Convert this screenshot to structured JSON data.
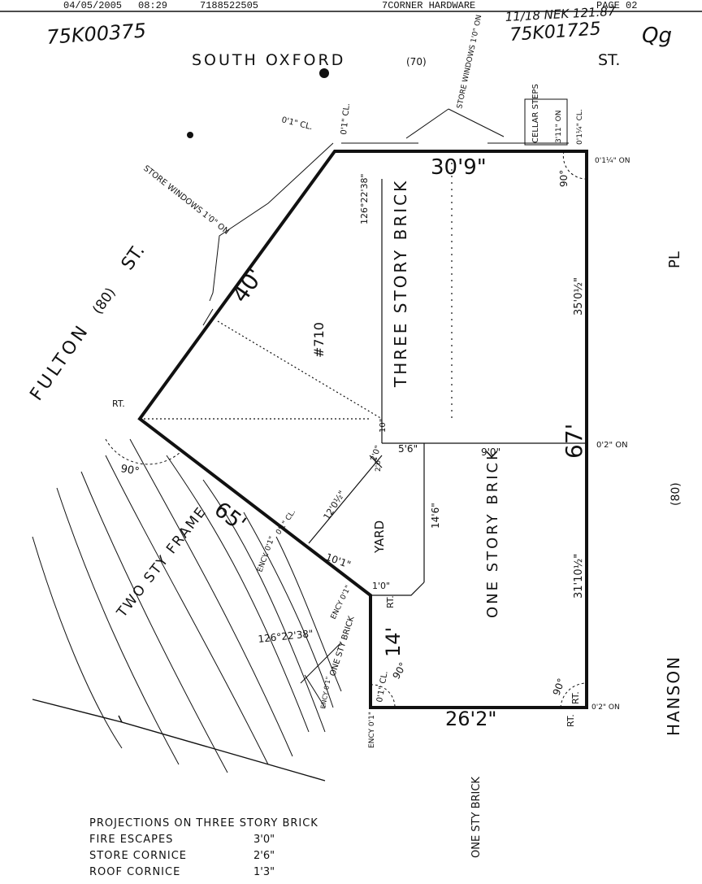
{
  "fax_header": {
    "date": "04/05/2005",
    "time": "08:29",
    "phone": "7188522505",
    "sender": "7CORNER HARDWARE",
    "page": "PAGE  02"
  },
  "handwritten_top": {
    "left_code": "75K00375",
    "right_code": "75K01725",
    "right_mark": "Qg",
    "date_scrawl": "11/18 NEK 121.87"
  },
  "streets": {
    "south_oxford": "SOUTH OXFORD",
    "south_oxford_width": "(70)",
    "south_oxford_suffix": "ST.",
    "fulton": "FULTON",
    "fulton_width": "(80)",
    "fulton_suffix": "ST.",
    "hanson": "HANSON",
    "hanson_width": "(80)",
    "hanson_suffix": "PL"
  },
  "buildings": {
    "three_story": "THREE STORY BRICK",
    "one_story": "ONE STORY BRICK",
    "two_sty_frame": "TWO STY FRAME",
    "one_sty_brick_bottom": "ONE STY BRICK",
    "one_sty_brick_small": "ONE STY BRICK",
    "lot_number": "#710",
    "yard": "YARD"
  },
  "dimensions": {
    "top": "30'9\"",
    "diagonal": "40'",
    "right_upper": "35'0½\"",
    "right_total": "67'",
    "right_lower": "31'10½\"",
    "bottom": "26'2\"",
    "left_diagonal": "65'",
    "left_vertical": "14'",
    "interior_one": "9'0\"",
    "interior_two": "5'6\"",
    "interior_three": "14'6\"",
    "interior_four": "1'0\"",
    "interior_five": "10'1\"",
    "interior_six": "12'0½\"",
    "interior_seven": "2'0\"",
    "interior_eight": "2'6\"",
    "interior_nine": "10\"",
    "angle_one": "126°22'38\"",
    "angle_two": "126°22'38\"",
    "ninety": "90°"
  },
  "annotations": {
    "store_windows_top": "STORE WINDOWS 1'0\" ON",
    "store_windows_left": "STORE WINDOWS 1'0\" ON",
    "cellar_steps": "CELLAR STEPS",
    "cellar_steps_dim": "3'11\" ON",
    "top_cl_one": "0'1\" CL.",
    "top_cl_two": "0'1\" CL.",
    "top_right_cl": "0'1¼\" CL.",
    "top_right_on": "0'1¼\" ON",
    "right_on": "0'2\" ON",
    "bottom_right_on": "0'2\" ON",
    "rt": "RT.",
    "ency_one": "ENCY. 0'1\"",
    "ency_two": "ENCY 0'1\"",
    "ency_three": "ENCY 0'1\"",
    "ency_four": "ENCY 0'1\"",
    "cl_small": "0'1\" CL.",
    "cl_bottom": "0'1\" CL."
  },
  "projections": {
    "title": "PROJECTIONS ON THREE STORY BRICK",
    "rows": [
      {
        "label": "FIRE ESCAPES",
        "value": "3'0\""
      },
      {
        "label": "STORE CORNICE",
        "value": "2'6\""
      },
      {
        "label": "ROOF CORNICE",
        "value": "1'3\""
      }
    ]
  }
}
